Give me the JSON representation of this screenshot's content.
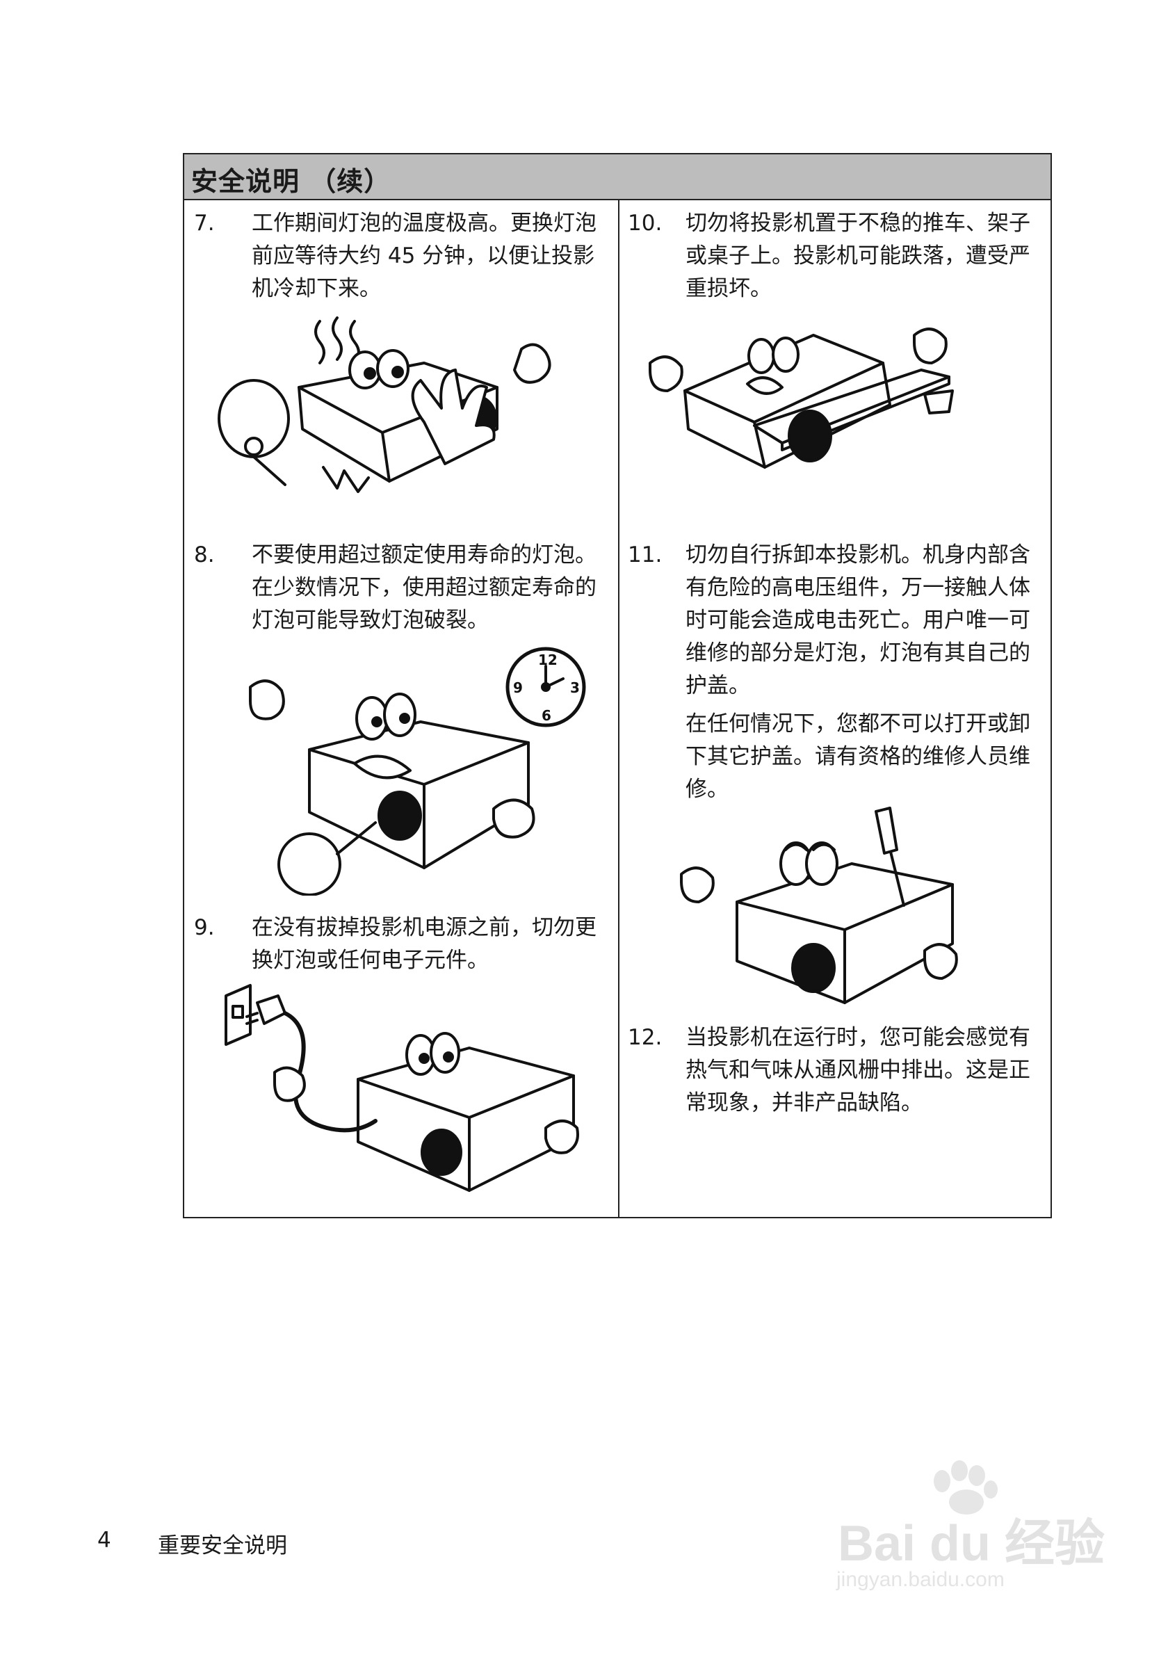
{
  "header": {
    "title": "安全说明 （续）"
  },
  "items": [
    {
      "num": "7.",
      "text": "工作期间灯泡的温度极高。更换灯泡前应等待大约 45 分钟，以便让投影机冷却下来。"
    },
    {
      "num": "8.",
      "text": "不要使用超过额定使用寿命的灯泡。在少数情况下，使用超过额定寿命的灯泡可能导致灯泡破裂。"
    },
    {
      "num": "9.",
      "text": "在没有拔掉投影机电源之前，切勿更换灯泡或任何电子元件。"
    },
    {
      "num": "10.",
      "text": "切勿将投影机置于不稳的推车、架子或桌子上。投影机可能跌落，遭受严重损坏。"
    },
    {
      "num": "11.",
      "text": "切勿自行拆卸本投影机。机身内部含有危险的高电压组件，万一接触人体时可能会造成电击死亡。用户唯一可维修的部分是灯泡，灯泡有其自己的护盖。",
      "text2": "在任何情况下，您都不可以打开或卸下其它护盖。请有资格的维修人员维修。"
    },
    {
      "num": "12.",
      "text": "当投影机在运行时，您可能会感觉有热气和气味从通风栅中排出。这是正常现象，并非产品缺陷。"
    }
  ],
  "clock": {
    "n12": "12",
    "n3": "3",
    "n6": "6",
    "n9": "9"
  },
  "footer": {
    "page_number": "4",
    "section_title": "重要安全说明"
  },
  "watermark": {
    "brand": "Bai du 经验",
    "url": "jingyan.baidu.com"
  }
}
